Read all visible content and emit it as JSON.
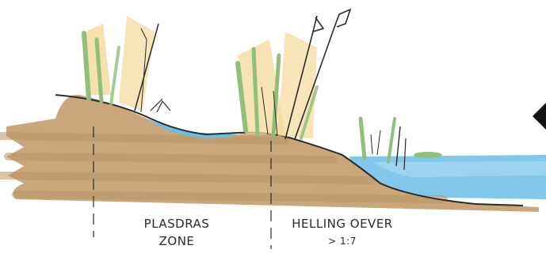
{
  "colors": {
    "soil": "#c9a77a",
    "soil_dark": "#b8936a",
    "water": "#6bbde6",
    "water_light": "#a9d9f2",
    "reed_green": "#8fbf7a",
    "reed_yellow": "#f3d89a",
    "ink": "#2b2b2b"
  },
  "labels": {
    "plasdras": {
      "line1": "PLASDRAS",
      "line2": "ZONE"
    },
    "helling": {
      "line1": "HELLING OEVER",
      "line2": "> 1:7"
    }
  },
  "icons": {
    "arrow": "triangle-left-icon"
  }
}
